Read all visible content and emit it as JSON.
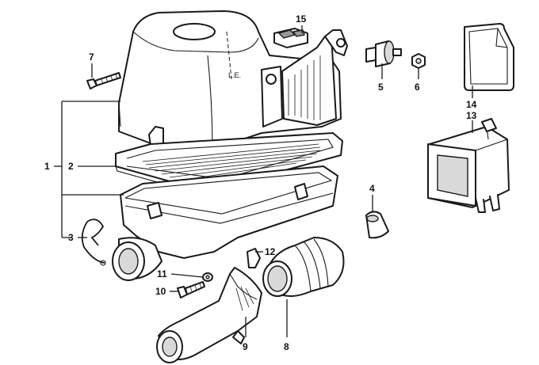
{
  "diagram": {
    "callouts": [
      "1",
      "2",
      "3",
      "4",
      "5",
      "6",
      "7",
      "8",
      "9",
      "10",
      "11",
      "12",
      "13",
      "14",
      "15"
    ],
    "housing_mark": "L.E."
  }
}
